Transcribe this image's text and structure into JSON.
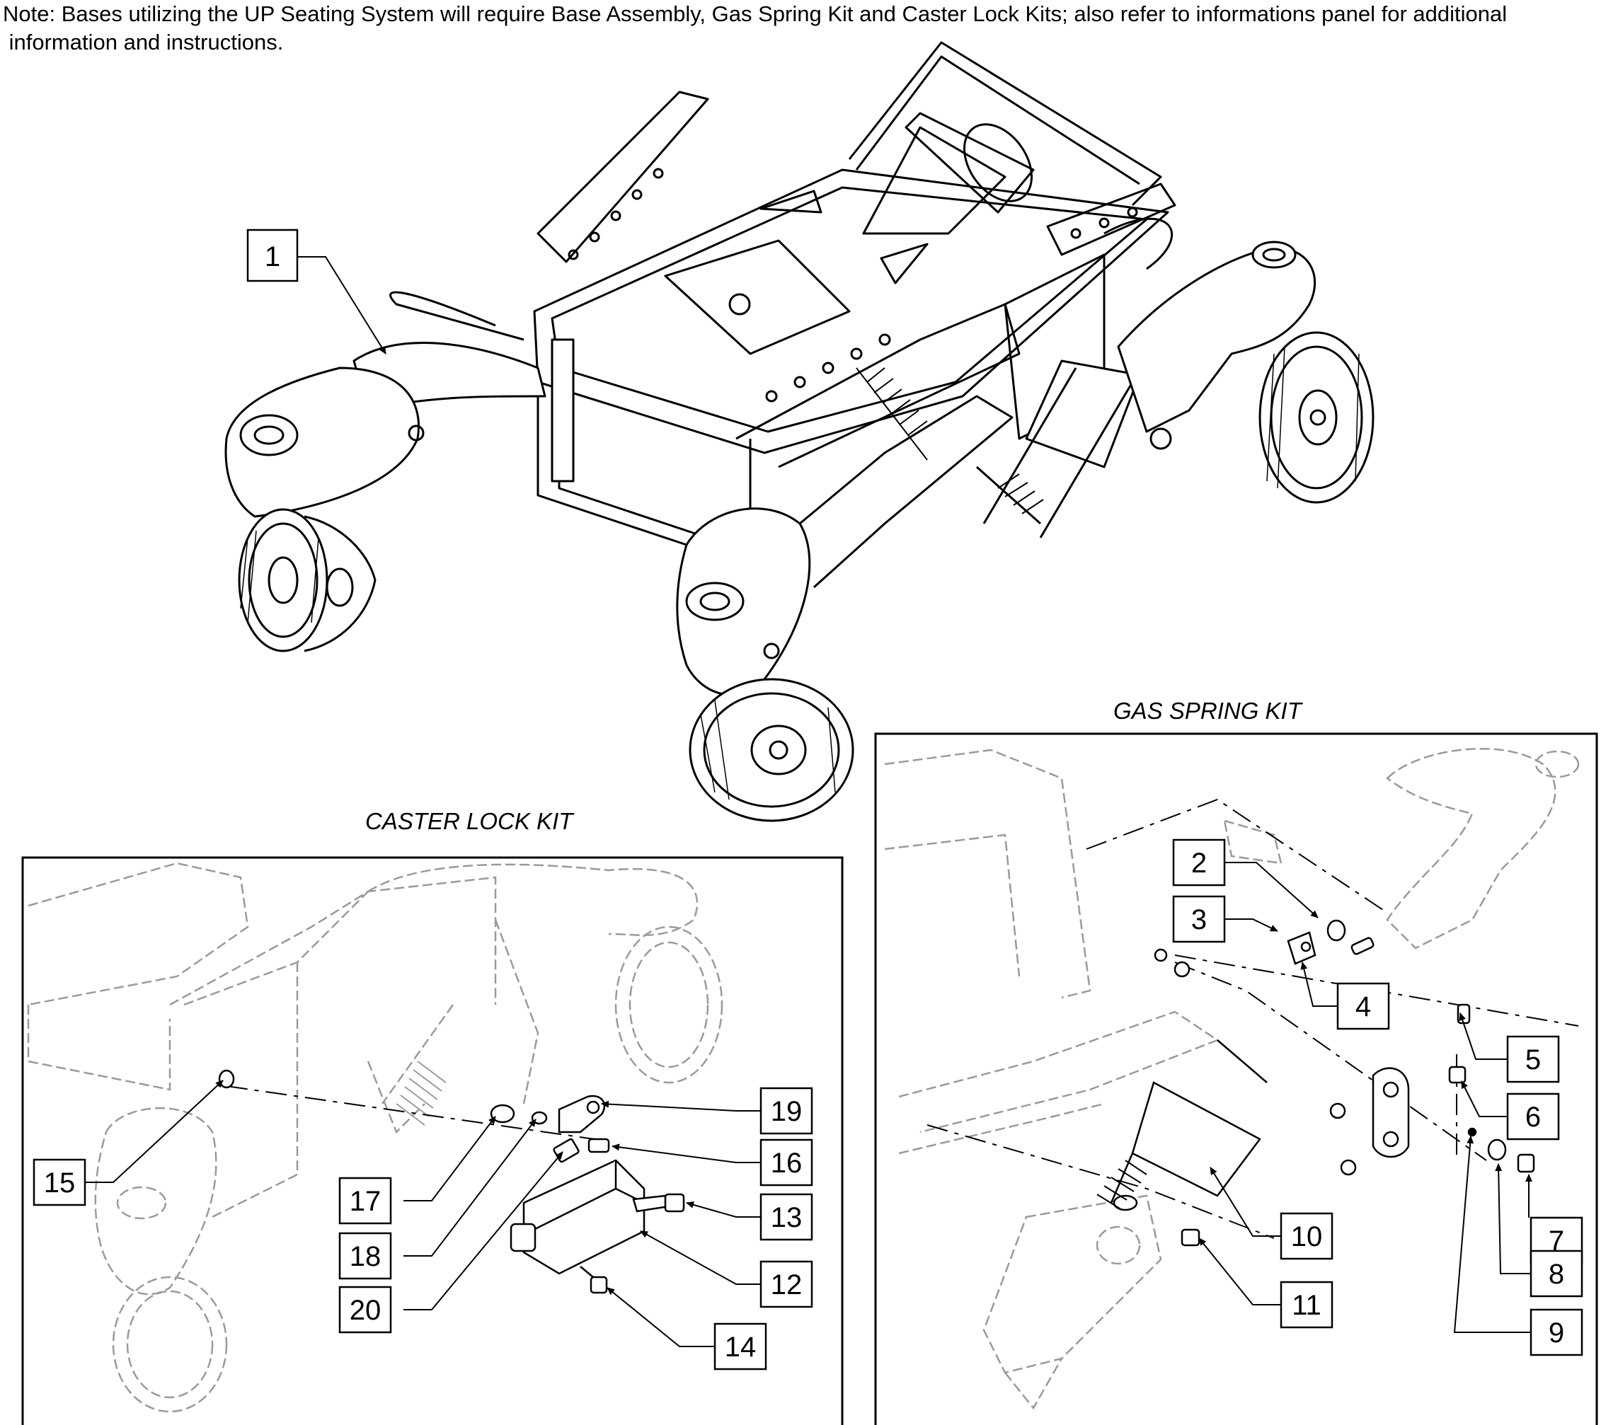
{
  "note": {
    "line1": "Note: Bases utilizing the UP Seating System will require Base Assembly, Gas Spring Kit and Caster Lock Kits; also refer to informations panel for additional",
    "line2": " information and instructions."
  },
  "panels": {
    "caster_lock_kit": {
      "title": "CASTER LOCK KIT"
    },
    "gas_spring_kit": {
      "title": "GAS SPRING KIT"
    }
  },
  "callouts": {
    "c1": "1",
    "c2": "2",
    "c3": "3",
    "c4": "4",
    "c5": "5",
    "c6": "6",
    "c7": "7",
    "c8": "8",
    "c9": "9",
    "c10": "10",
    "c11": "11",
    "c12": "12",
    "c13": "13",
    "c14": "14",
    "c15": "15",
    "c16": "16",
    "c17": "17",
    "c18": "18",
    "c19": "19",
    "c20": "20"
  },
  "colors": {
    "line": "#000000",
    "ghost": "#9a9a9a",
    "background": "#ffffff"
  }
}
